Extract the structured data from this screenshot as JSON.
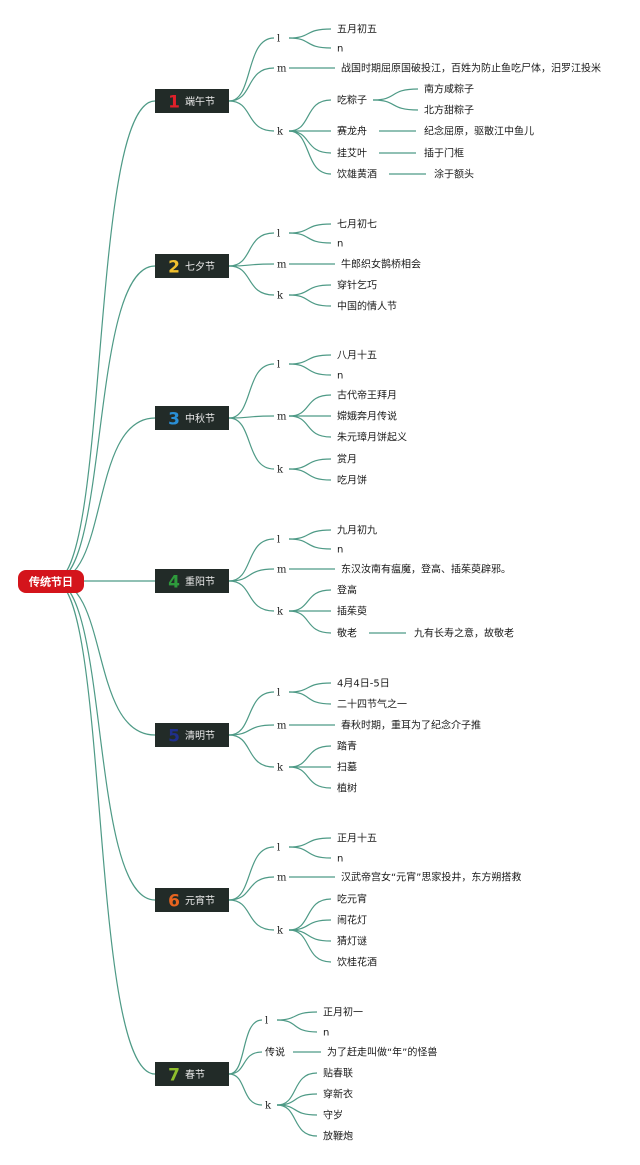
{
  "root": {
    "label": "传统节日",
    "color": "#d4141b"
  },
  "branch_color": "#4e9a86",
  "box_color": "#222b28",
  "festivals": [
    {
      "num": "1",
      "name": "端午节",
      "num_color": "#e0202a",
      "groups": [
        {
          "label": "l",
          "items": [
            {
              "text": "五月初五"
            },
            {
              "text": "n"
            }
          ]
        },
        {
          "label": "m",
          "items": [
            {
              "text": "战国时期屈原国破投江，百姓为防止鱼吃尸体，汨罗江投米"
            }
          ]
        },
        {
          "label": "k",
          "items": [
            {
              "text": "吃粽子",
              "children": [
                "南方咸粽子",
                "北方甜粽子"
              ]
            },
            {
              "text": "赛龙舟",
              "children": [
                "纪念屈原，驱散江中鱼儿"
              ]
            },
            {
              "text": "挂艾叶",
              "children": [
                "插于门框"
              ]
            },
            {
              "text": "饮雄黄酒",
              "children": [
                "涂于额头"
              ]
            }
          ]
        }
      ]
    },
    {
      "num": "2",
      "name": "七夕节",
      "num_color": "#f2c12e",
      "groups": [
        {
          "label": "l",
          "items": [
            {
              "text": "七月初七"
            },
            {
              "text": "n"
            }
          ]
        },
        {
          "label": "m",
          "items": [
            {
              "text": "牛郎织女鹊桥相会"
            }
          ]
        },
        {
          "label": "k",
          "items": [
            {
              "text": "穿针乞巧"
            },
            {
              "text": "中国的情人节"
            }
          ]
        }
      ]
    },
    {
      "num": "3",
      "name": "中秋节",
      "num_color": "#2a8fd6",
      "groups": [
        {
          "label": "l",
          "items": [
            {
              "text": "八月十五"
            },
            {
              "text": "n"
            }
          ]
        },
        {
          "label": "m",
          "items": [
            {
              "text": "古代帝王拜月"
            },
            {
              "text": "嫦娥奔月传说"
            },
            {
              "text": "朱元璋月饼起义"
            }
          ]
        },
        {
          "label": "k",
          "items": [
            {
              "text": "赏月"
            },
            {
              "text": "吃月饼"
            }
          ]
        }
      ]
    },
    {
      "num": "4",
      "name": "重阳节",
      "num_color": "#2e9b3c",
      "groups": [
        {
          "label": "l",
          "items": [
            {
              "text": "九月初九"
            },
            {
              "text": "n"
            }
          ]
        },
        {
          "label": "m",
          "items": [
            {
              "text": "东汉汝南有瘟魔，登高、插茱萸辟邪。"
            }
          ]
        },
        {
          "label": "k",
          "items": [
            {
              "text": "登高"
            },
            {
              "text": "插茱萸"
            },
            {
              "text": "敬老",
              "children": [
                "九有长寿之意，故敬老"
              ]
            }
          ]
        }
      ]
    },
    {
      "num": "5",
      "name": "清明节",
      "num_color": "#1f2f8c",
      "groups": [
        {
          "label": "l",
          "items": [
            {
              "text": "4月4日-5日"
            },
            {
              "text": "二十四节气之一"
            }
          ]
        },
        {
          "label": "m",
          "items": [
            {
              "text": "春秋时期，重耳为了纪念介子推"
            }
          ]
        },
        {
          "label": "k",
          "items": [
            {
              "text": "踏青"
            },
            {
              "text": "扫墓"
            },
            {
              "text": "植树"
            }
          ]
        }
      ]
    },
    {
      "num": "6",
      "name": "元宵节",
      "num_color": "#e8641f",
      "groups": [
        {
          "label": "l",
          "items": [
            {
              "text": "正月十五"
            },
            {
              "text": "n"
            }
          ]
        },
        {
          "label": "m",
          "items": [
            {
              "text": "汉武帝宫女“元宵”思家投井，东方朔搭救"
            }
          ]
        },
        {
          "label": "k",
          "items": [
            {
              "text": "吃元宵"
            },
            {
              "text": "闹花灯"
            },
            {
              "text": "猜灯谜"
            },
            {
              "text": "饮桂花酒"
            }
          ]
        }
      ]
    },
    {
      "num": "7",
      "name": "春节",
      "num_color": "#8fbe2c",
      "groups": [
        {
          "label": "l",
          "items": [
            {
              "text": "正月初一"
            },
            {
              "text": "n"
            }
          ]
        },
        {
          "label": "传说",
          "items": [
            {
              "text": "为了赶走叫做“年”的怪兽"
            }
          ]
        },
        {
          "label": "k",
          "items": [
            {
              "text": "贴春联"
            },
            {
              "text": "穿新衣"
            },
            {
              "text": "守岁"
            },
            {
              "text": "放鞭炮"
            }
          ]
        }
      ]
    }
  ]
}
